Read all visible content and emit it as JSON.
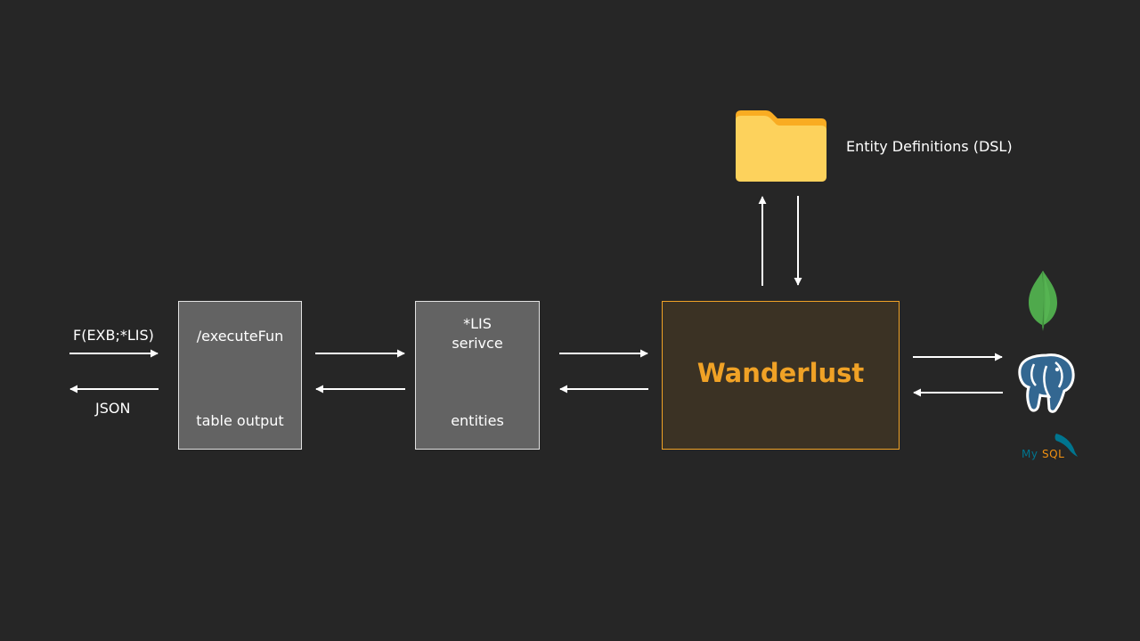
{
  "input": {
    "request_label": "F(EXB;*LIS)",
    "response_label": "JSON"
  },
  "execute_box": {
    "top_text": "/executeFun",
    "bottom_text": "table output"
  },
  "service_box": {
    "top_line1": "*LIS",
    "top_line2": "serivce",
    "bottom_text": "entities"
  },
  "core": {
    "title": "Wanderlust"
  },
  "definitions": {
    "label": "Entity Definitions (DSL)"
  },
  "databases": {
    "mysql_my": "My",
    "mysql_sql": "SQL"
  },
  "colors": {
    "background": "#262626",
    "box_fill": "#636363",
    "box_border": "#e2e2e2",
    "accent": "#f0a226",
    "core_fill": "#3b3224",
    "folder": "#fdd25c",
    "folder_tab": "#f9ac22",
    "mongodb": "#4fa94c",
    "postgres": "#336791",
    "mysql_blue": "#00758f",
    "mysql_orange": "#f29111"
  },
  "icons": [
    "folder-icon",
    "mongodb-leaf-icon",
    "postgresql-elephant-icon",
    "mysql-logo-icon"
  ]
}
